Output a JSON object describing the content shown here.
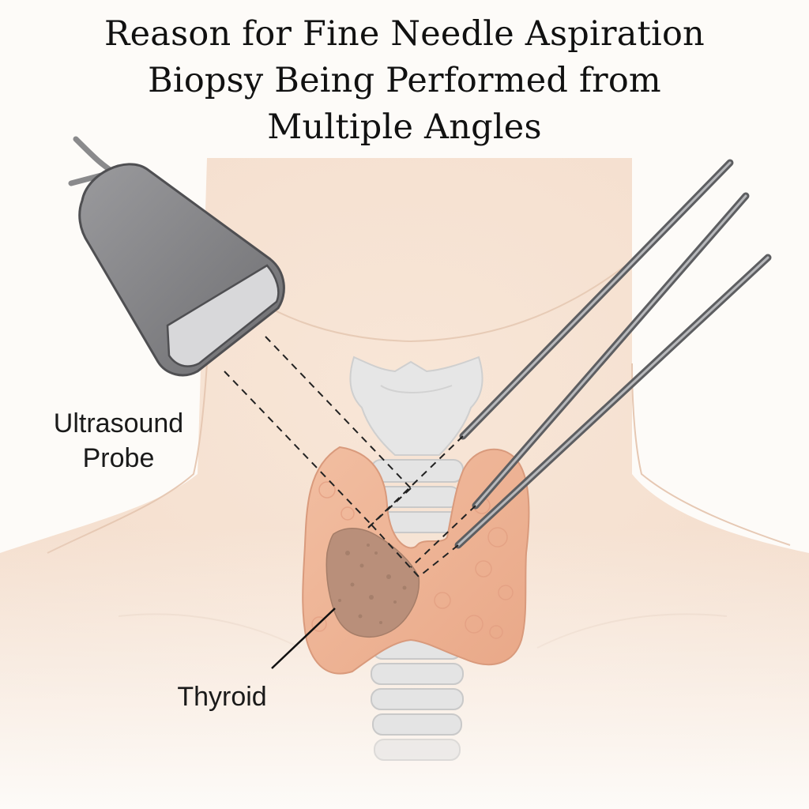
{
  "title": {
    "line1": "Reason for Fine Needle Aspiration",
    "line2": "Biopsy Being Performed from",
    "line3": "Multiple Angles"
  },
  "labels": {
    "probe_line1": "Ultrasound",
    "probe_line2": "Probe",
    "thyroid": "Thyroid"
  },
  "colors": {
    "skin": "#f6e2d2",
    "thyroid": "#efb394",
    "nodule": "#b98f7a",
    "probe_body": "#7f7f82",
    "needle": "#6f7073"
  }
}
